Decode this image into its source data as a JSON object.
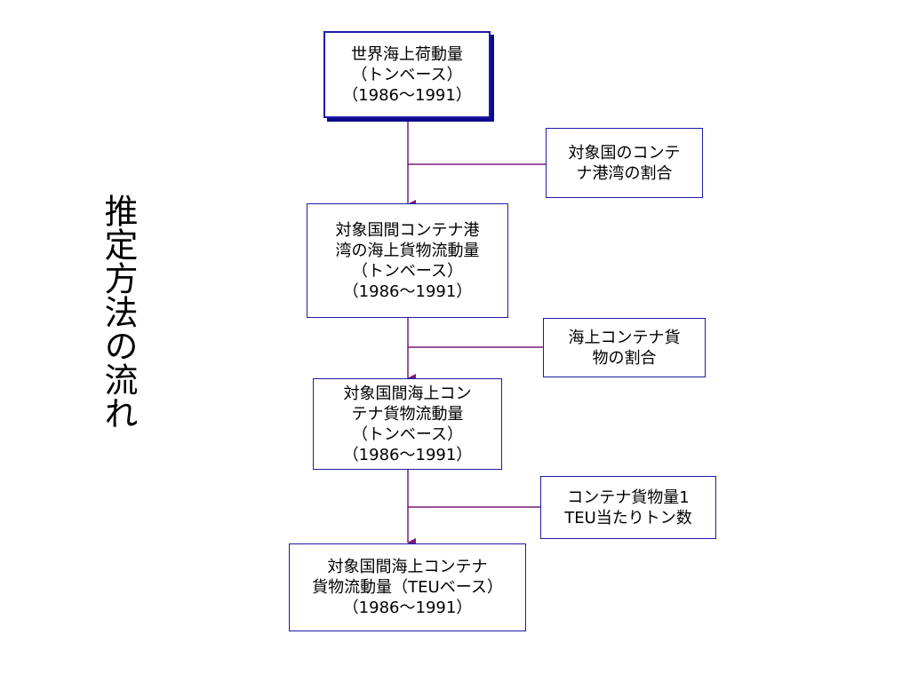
{
  "title": "推定方法の流れ",
  "colors": {
    "connector": "#7a1a7a",
    "box_border": "#1e1aa8",
    "shadow": "#0a0a8c"
  },
  "main_boxes": [
    {
      "lines": [
        "世界海上荷動量",
        "（トンベース）",
        "（1986～1991）"
      ]
    },
    {
      "lines": [
        "対象国間コンテナ港",
        "湾の海上貨物流動量",
        "（トンベース）",
        "（1986～1991）"
      ]
    },
    {
      "lines": [
        "対象国間海上コン",
        "テナ貨物流動量",
        "（トンベース）",
        "（1986～1991）"
      ]
    },
    {
      "lines": [
        "対象国間海上コンテナ",
        "貨物流動量（TEUベース）",
        "（1986～1991）"
      ]
    }
  ],
  "side_boxes": [
    {
      "lines": [
        "対象国のコンテ",
        "ナ港湾の割合"
      ]
    },
    {
      "lines": [
        "海上コンテナ貨",
        "物の割合"
      ]
    },
    {
      "lines": [
        "コンテナ貨物量1",
        "TEU当たりトン数"
      ]
    }
  ]
}
